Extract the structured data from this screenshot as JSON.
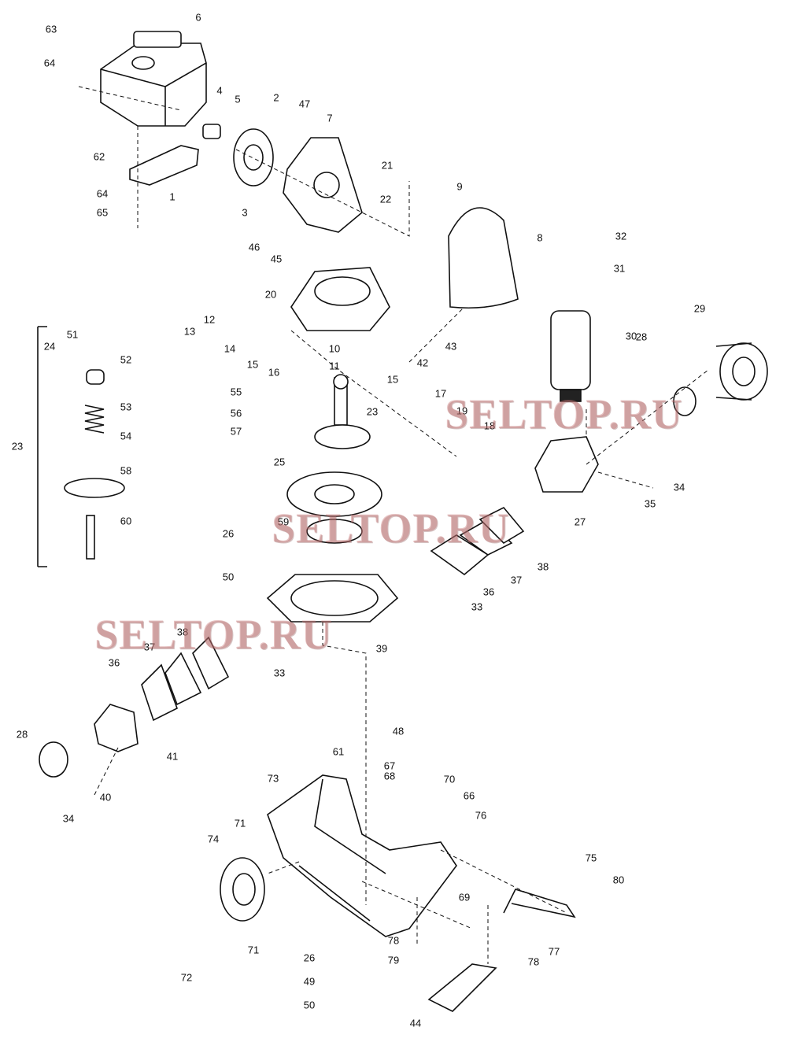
{
  "diagram": {
    "type": "exploded-parts-view",
    "callouts": [
      "63",
      "6",
      "64",
      "4",
      "2",
      "47",
      "7",
      "5",
      "62",
      "21",
      "9",
      "22",
      "1",
      "64",
      "65",
      "3",
      "46",
      "45",
      "8",
      "32",
      "31",
      "20",
      "29",
      "12",
      "13",
      "14",
      "15",
      "16",
      "10",
      "11",
      "43",
      "42",
      "30",
      "28",
      "51",
      "24",
      "52",
      "53",
      "54",
      "58",
      "60",
      "23",
      "55",
      "56",
      "57",
      "15",
      "17",
      "19",
      "18",
      "23",
      "25",
      "34",
      "35",
      "27",
      "59",
      "26",
      "38",
      "37",
      "36",
      "50",
      "33",
      "39",
      "38",
      "37",
      "36",
      "33",
      "28",
      "41",
      "48",
      "40",
      "34",
      "61",
      "67",
      "68",
      "70",
      "73",
      "66",
      "76",
      "71",
      "74",
      "75",
      "80",
      "69",
      "77",
      "78",
      "79",
      "78",
      "71",
      "26",
      "72",
      "49",
      "50",
      "44"
    ],
    "watermarks": [
      "SELTOP.RU",
      "SELTOP.RU",
      "SELTOP.RU"
    ]
  }
}
